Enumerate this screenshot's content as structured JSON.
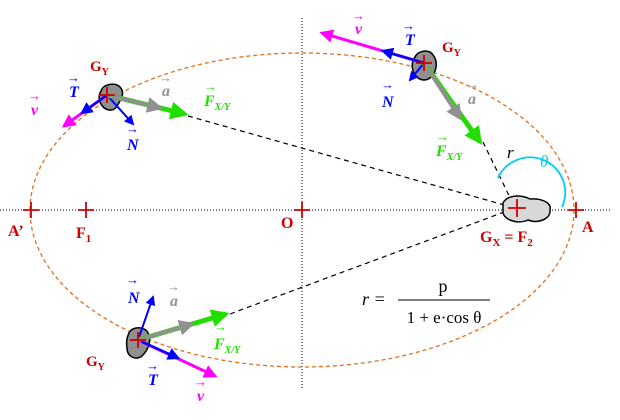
{
  "points": {
    "a_prime": "A’",
    "f1": "F",
    "f1_sub": "1",
    "o": "O",
    "a": "A",
    "gx": "G",
    "gx_sub": "X",
    "gx_eq": " = F",
    "gx_eq_sub": "2"
  },
  "bodies": {
    "gy": "G",
    "gy_sub": "Y"
  },
  "vectors": {
    "v": "v",
    "t": "T",
    "n": "N",
    "a": "a",
    "f": "F",
    "f_sub": "X/Y",
    "arrow": "→"
  },
  "labels": {
    "r": "r",
    "theta": "θ"
  },
  "formula": {
    "lhs": "r = ",
    "numerator": "p",
    "denominator": "1 + e·cos θ"
  },
  "colors": {
    "orbit": "#e07020",
    "v": "#ff00ff",
    "t": "#0000ff",
    "n": "#0000ff",
    "a": "#909090",
    "f": "#22dd00",
    "theta": "#00d0f0",
    "red": "#cc0000"
  }
}
